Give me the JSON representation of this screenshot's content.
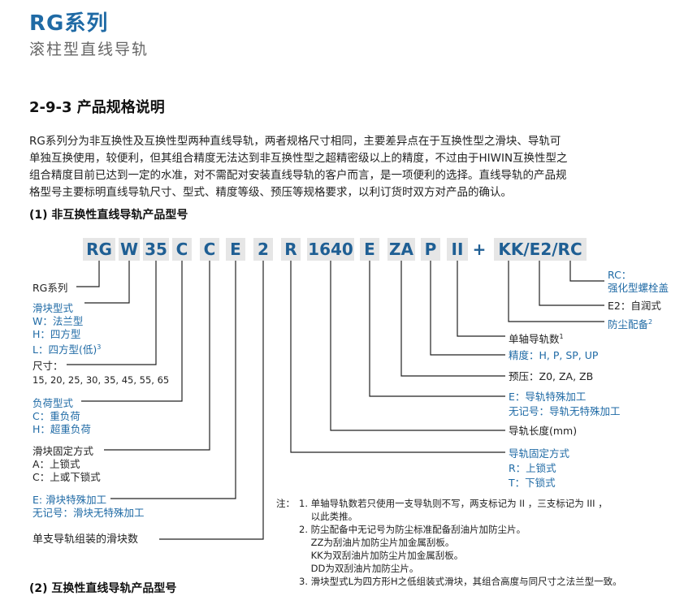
{
  "header": {
    "series_title": "RG系列",
    "series_subtitle": "滚柱型直线导轨"
  },
  "section": {
    "title": "2-9-3 产品规格说明",
    "intro_lines": [
      "RG系列分为非互换性及互换性型两种直线导轨，两者规格尺寸相同，主要差异点在于互换性型之滑块、导轨可",
      "单独互换使用，较便利，但其组合精度无法达到非互换性型之超精密级以上的精度，不过由于HIWIN互换性型之",
      "组合精度目前已达到一定的水准，对不需配对安装直线导轨的客户而言，是一项便利的选择。直线导轨的产品规",
      "格型号主要标明直线导轨尺寸、型式、精度等级、预压等规格要求，以利订货时双方对产品的确认。"
    ],
    "subheading": "(1) 非互换性直线导轨产品型号",
    "bottom_cut_text": "(2) 互换性直线导轨产品型号"
  },
  "code": {
    "segments": [
      "RG",
      "W",
      "35",
      "C",
      "C",
      "E",
      "2",
      "R",
      "1640",
      "E",
      "ZA",
      "P",
      "II",
      "+",
      "KK/E2/RC"
    ]
  },
  "left_labels": {
    "rg": "RG系列",
    "block_type_title": "滑块型式",
    "block_type_w": "W：法兰型",
    "block_type_h": "H：四方型",
    "block_type_l": "L：四方型(低)",
    "block_type_l_sup": "3",
    "size_title": "尺寸：",
    "size_values": "15, 20, 25, 30, 35, 45, 55, 65",
    "load_title": "负荷型式",
    "load_c": "C：重负荷",
    "load_h": "H：超重负荷",
    "fix_title": "滑块固定方式",
    "fix_a": "A：上锁式",
    "fix_c": "C：上或下锁式",
    "block_special": "E: 滑块特殊加工",
    "block_none": "无记号：滑块无特殊加工",
    "blocks_per_rail": "单支导轨组装的滑块数"
  },
  "right_labels": {
    "rc_title": "RC：",
    "rc_desc": "强化型螺栓盖",
    "e2": "E2：自润式",
    "dust": "防尘配备",
    "dust_sup": "2",
    "rails_per_axis": "单轴导轨数",
    "rails_per_axis_sup": "1",
    "accuracy": "精度：H, P, SP, UP",
    "preload": "预压：Z0, ZA, ZB",
    "rail_special": "E：导轨特殊加工",
    "rail_none": "无记号：导轨无特殊加工",
    "rail_length": "导轨长度(mm)",
    "rail_fix_title": "导轨固定方式",
    "rail_fix_r": "R：上锁式",
    "rail_fix_t": "T：下锁式"
  },
  "notes": {
    "prefix": "注：",
    "lines": [
      "1. 单轴导轨数若只使用一支导轨则不写，两支标记为 II ，三支标记为 III ，",
      "    以此类推。",
      "2. 防尘配备中无记号为防尘标准配备刮油片加防尘片。",
      "    ZZ为刮油片加防尘片加金属刮板。",
      "    KK为双刮油片加防尘片加金属刮板。",
      "    DD为双刮油片加防尘片。",
      "3. 滑块型式L为四方形H之低组装式滑块，其组合高度与同尺寸之法兰型一致。"
    ]
  },
  "colors": {
    "accent_blue": "#1f6aa5",
    "code_text": "#1f5f94",
    "code_box_bg": "#e6e6e6"
  }
}
